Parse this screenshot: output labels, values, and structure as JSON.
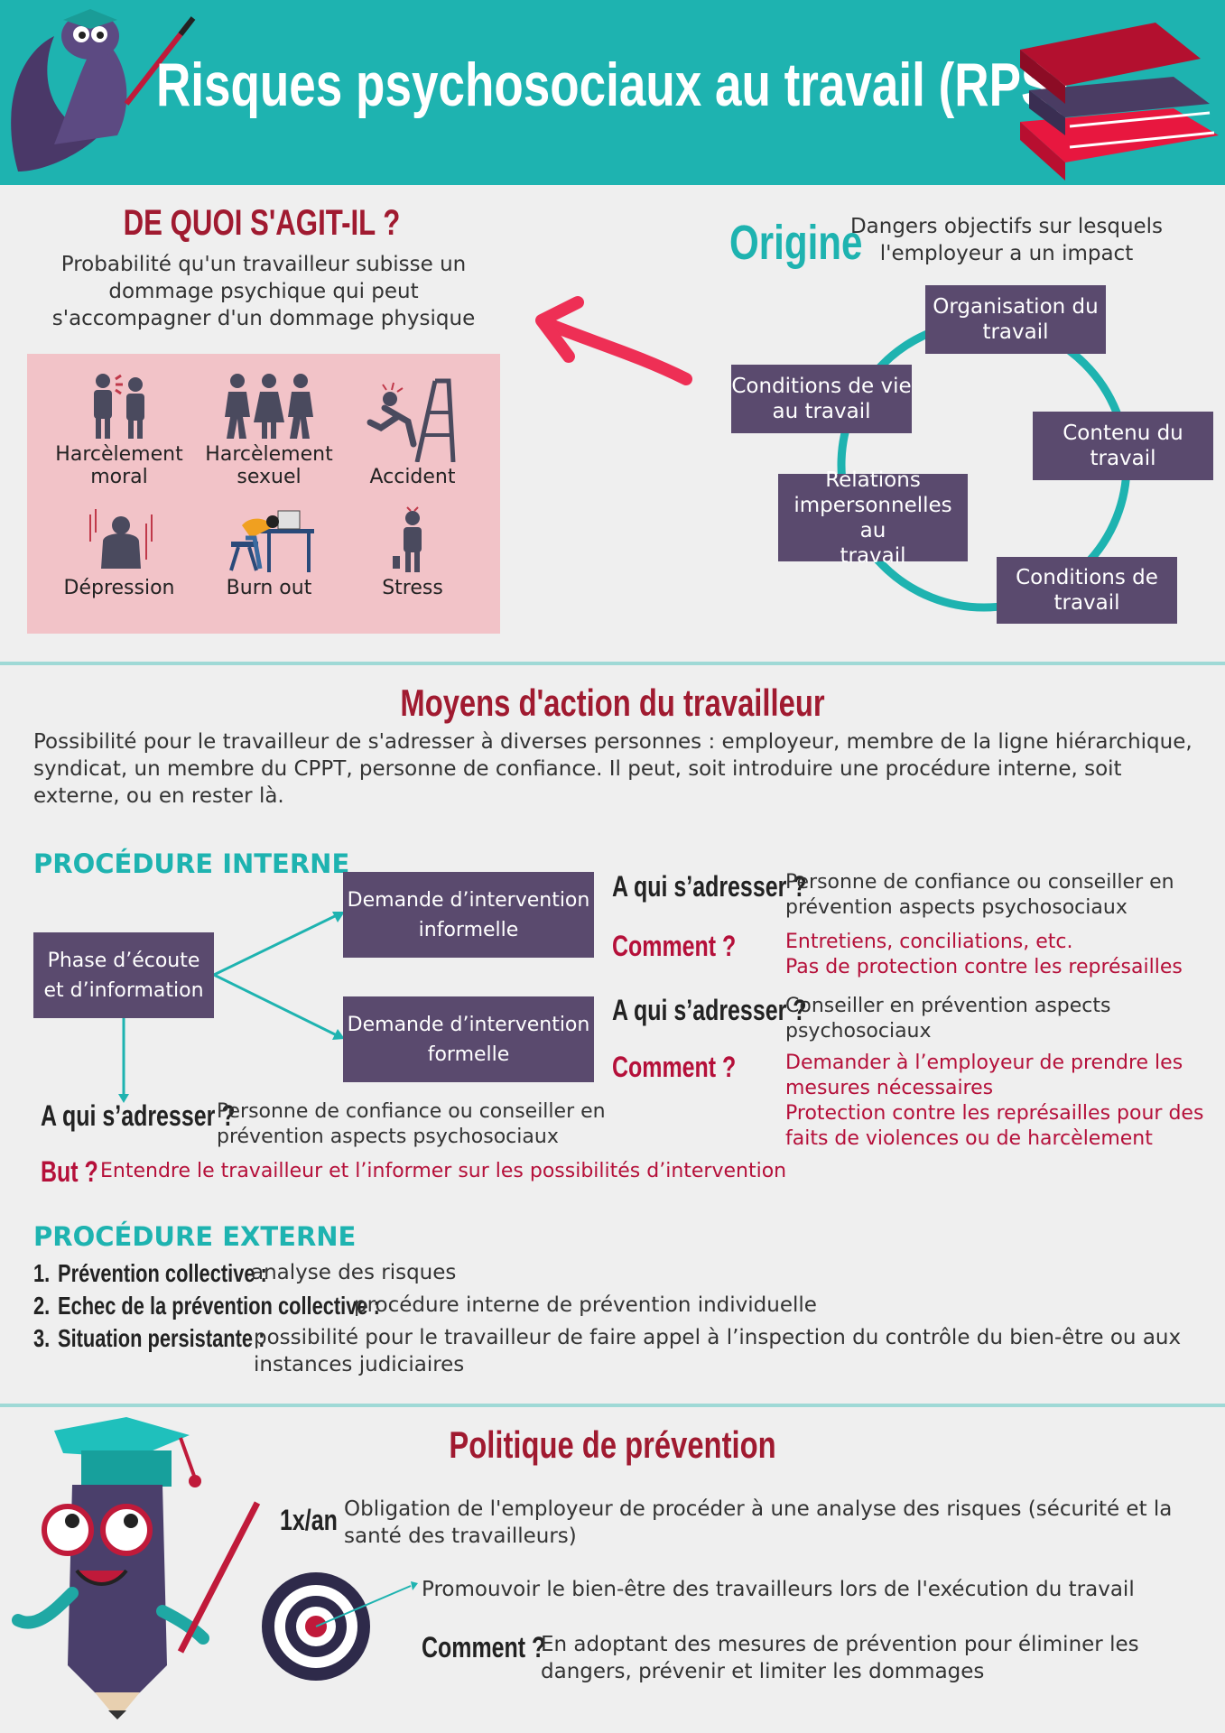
{
  "header": {
    "title": "Risques psychosociaux au travail (RPS)"
  },
  "definition": {
    "heading": "DE QUOI S'AGIT-IL ?",
    "text_lines": [
      "Probabilité qu'un travailleur subisse un",
      "dommage psychique qui peut",
      "s'accompagner d'un dommage physique"
    ],
    "risks": [
      {
        "label_lines": [
          "Harcèlement",
          "moral"
        ],
        "icon": "moral-harassment-icon"
      },
      {
        "label_lines": [
          "Harcèlement",
          "sexuel"
        ],
        "icon": "sexual-harassment-icon"
      },
      {
        "label_lines": [
          "Accident"
        ],
        "icon": "accident-icon"
      },
      {
        "label_lines": [
          "Dépression"
        ],
        "icon": "depression-icon"
      },
      {
        "label_lines": [
          "Burn out"
        ],
        "icon": "burnout-icon"
      },
      {
        "label_lines": [
          "Stress"
        ],
        "icon": "stress-icon"
      }
    ]
  },
  "origin": {
    "heading": "Origine",
    "text_lines": [
      "Dangers objectifs sur lesquels",
      "l'employeur a un impact"
    ],
    "items": [
      {
        "lines": [
          "Organisation du",
          "travail"
        ]
      },
      {
        "lines": [
          "Conditions de vie",
          "au travail"
        ]
      },
      {
        "lines": [
          "Contenu du",
          "travail"
        ]
      },
      {
        "lines": [
          "Relations",
          "impersonnelles au",
          "travail"
        ]
      },
      {
        "lines": [
          "Conditions de",
          "travail"
        ]
      }
    ]
  },
  "moyens": {
    "heading": "Moyens d'action du travailleur",
    "text_lines": [
      "Possibilité pour le travailleur de s'adresser à diverses personnes : employeur, membre de la ligne hiérarchique,",
      "syndicat, un membre du CPPT, personne de confiance. Il peut, soit introduire une procédure interne, soit",
      "externe, ou en rester là."
    ]
  },
  "interne": {
    "heading": "PROCÉDURE INTERNE",
    "phase": {
      "lines": [
        "Phase d’écoute",
        "et d’information"
      ]
    },
    "informelle": {
      "lines": [
        "Demande d’intervention",
        "informelle"
      ]
    },
    "formelle": {
      "lines": [
        "Demande d’intervention",
        "formelle"
      ]
    },
    "a_qui": "A qui s’adresser ?",
    "comment": "Comment ?",
    "but": "But ?",
    "informelle_who": [
      "Personne de confiance ou conseiller en",
      "prévention aspects psychosociaux"
    ],
    "informelle_how": [
      "Entretiens, conciliations, etc.",
      "Pas de protection contre les représailles"
    ],
    "formelle_who": [
      "Conseiller en prévention aspects",
      "psychosociaux"
    ],
    "formelle_how": [
      "Demander à l’employeur de prendre les",
      "mesures nécessaires",
      "Protection contre les représailles pour des",
      "faits de violences ou de harcèlement"
    ],
    "phase_who": [
      "Personne de confiance ou conseiller en",
      "prévention aspects psychosociaux"
    ],
    "phase_goal": "Entendre le travailleur et l’informer sur les possibilités d’intervention"
  },
  "externe": {
    "heading": "PROCÉDURE EXTERNE",
    "items": [
      {
        "num": "1.",
        "term": "Prévention collective :",
        "lines": [
          "analyse des risques"
        ]
      },
      {
        "num": "2.",
        "term": "Echec de la prévention collective :",
        "lines": [
          "procédure interne de prévention individuelle"
        ]
      },
      {
        "num": "3.",
        "term": "Situation persistante :",
        "lines": [
          "possibilité pour le travailleur de faire appel à l’inspection du contrôle du bien-être ou aux",
          "instances judiciaires"
        ]
      }
    ]
  },
  "politique": {
    "heading": "Politique de prévention",
    "freq": "1x/an",
    "freq_lines": [
      "Obligation de l'employeur de procéder à une analyse des risques (sécurité et la",
      "santé des travailleurs)"
    ],
    "goal": "Promouvoir le bien-être des travailleurs lors de l'exécution du travail",
    "comment": "Comment ?",
    "comment_lines": [
      "En adoptant des mesures de prévention pour éliminer les",
      "dangers, prévenir et limiter les dommages"
    ]
  },
  "colors": {
    "teal": "#1eb3b0",
    "purple": "#5a4a6e",
    "crimson": "#b5103a",
    "pink": "#f2c3c8"
  }
}
